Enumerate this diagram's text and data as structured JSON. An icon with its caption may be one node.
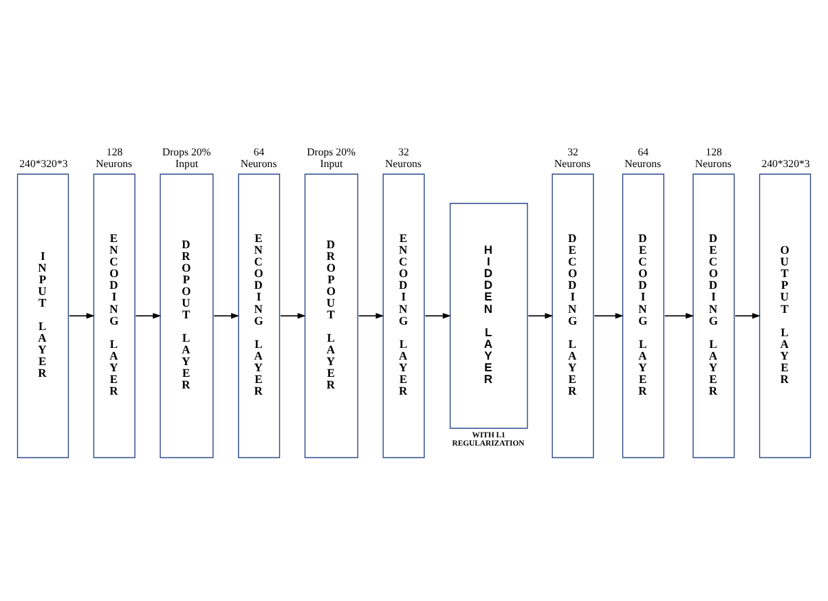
{
  "diagram": {
    "nodes": [
      {
        "text": [
          "INPUT LAYER"
        ],
        "beside": [
          "240*320*3"
        ]
      },
      {
        "text": [
          "ENCODING LAYER"
        ],
        "beside": [
          "128 Neurons"
        ]
      },
      {
        "text": [
          "DROPOUT LAYER"
        ],
        "beside": [
          "Drops 20% Input"
        ]
      },
      {
        "text": [
          "ENCODING LAYER"
        ],
        "beside": [
          "64 Neurons"
        ]
      },
      {
        "text": [
          "DROPOUT LAYER"
        ],
        "beside": [
          "Drops 20% Input"
        ]
      },
      {
        "text": [
          "ENCODING LAYER"
        ],
        "beside": [
          "32 Neurons"
        ]
      },
      {
        "text": [
          "HIDDEN LAYER"
        ],
        "beside": [
          "WITH L1 REGULARIZATION"
        ]
      },
      {
        "text": [
          "DECODING LAYER"
        ],
        "beside": [
          "32 Neurons"
        ]
      },
      {
        "text": [
          "DECODING LAYER"
        ],
        "beside": [
          "64 Neurons"
        ]
      },
      {
        "text": [
          "DECODING LAYER"
        ],
        "beside": [
          "128 Neurons"
        ]
      },
      {
        "text": [
          "OUTPUT LAYER"
        ],
        "beside": [
          "240*320*3"
        ]
      }
    ],
    "edges": [
      {
        "from": 0,
        "to": 1,
        "arrow": "to"
      },
      {
        "from": 1,
        "to": 2,
        "arrow": "to"
      },
      {
        "from": 2,
        "to": 3,
        "arrow": "to"
      },
      {
        "from": 3,
        "to": 4,
        "arrow": "to"
      },
      {
        "from": 4,
        "to": 5,
        "arrow": "to"
      },
      {
        "from": 5,
        "to": 6,
        "arrow": "to"
      },
      {
        "from": 6,
        "to": 7,
        "arrow": "to"
      },
      {
        "from": 7,
        "to": 8,
        "arrow": "to"
      },
      {
        "from": 8,
        "to": 9,
        "arrow": "to"
      },
      {
        "from": 9,
        "to": 10,
        "arrow": "to"
      }
    ]
  }
}
